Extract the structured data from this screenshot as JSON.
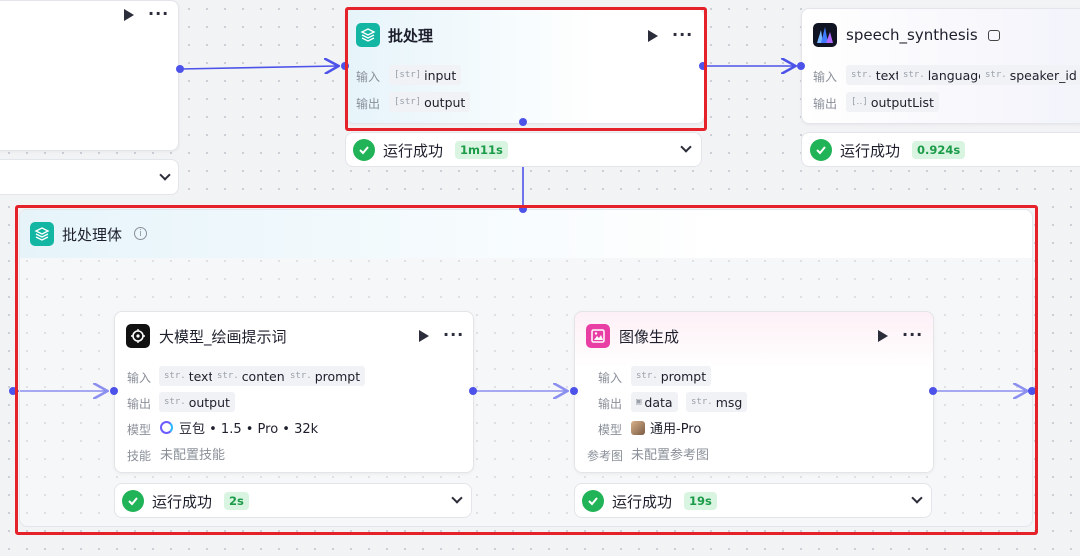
{
  "colors": {
    "edge": "#4d53e8",
    "success": "#21b357",
    "highlight": "#e5212a",
    "batch_icon": "#13b5a3",
    "image_icon": "#e93ea4"
  },
  "left_node": {
    "status_chevron_icon": "chevron-down-icon"
  },
  "batch_node": {
    "title": "批处理",
    "input_label": "输入",
    "output_label": "输出",
    "input_tag_prefix": "[str]",
    "input_tag": "input",
    "output_tag_prefix": "[str]",
    "output_tag": "output",
    "status": "运行成功",
    "time": "1m11s"
  },
  "speech_node": {
    "title": "speech_synthesis",
    "input_label": "输入",
    "output_label": "输出",
    "inputs": [
      {
        "prefix": "str.",
        "name": "text"
      },
      {
        "prefix": "str.",
        "name": "language"
      },
      {
        "prefix": "str.",
        "name": "speaker_id"
      }
    ],
    "output_prefix": "[‥]",
    "output_tag": "outputList",
    "status": "运行成功",
    "time": "0.924s"
  },
  "batch_body": {
    "title": "批处理体",
    "info_icon": "info-icon"
  },
  "llm_node": {
    "title": "大模型_绘画提示词",
    "input_label": "输入",
    "output_label": "输出",
    "model_label": "模型",
    "skill_label": "技能",
    "inputs": [
      {
        "prefix": "str.",
        "name": "text"
      },
      {
        "prefix": "str.",
        "name": "content"
      },
      {
        "prefix": "str.",
        "name": "prompt"
      }
    ],
    "output_prefix": "str.",
    "output_tag": "output",
    "model_value": "豆包 • 1.5 • Pro • 32k",
    "skill_value": "未配置技能",
    "status": "运行成功",
    "time": "2s"
  },
  "image_node": {
    "title": "图像生成",
    "input_label": "输入",
    "output_label": "输出",
    "model_label": "模型",
    "ref_label": "参考图",
    "input_prefix": "str.",
    "input_tag": "prompt",
    "outputs": [
      {
        "prefix": "▣",
        "name": "data"
      },
      {
        "prefix": "str.",
        "name": "msg"
      }
    ],
    "model_value": "通用-Pro",
    "ref_value": "未配置参考图",
    "status": "运行成功",
    "time": "19s"
  }
}
